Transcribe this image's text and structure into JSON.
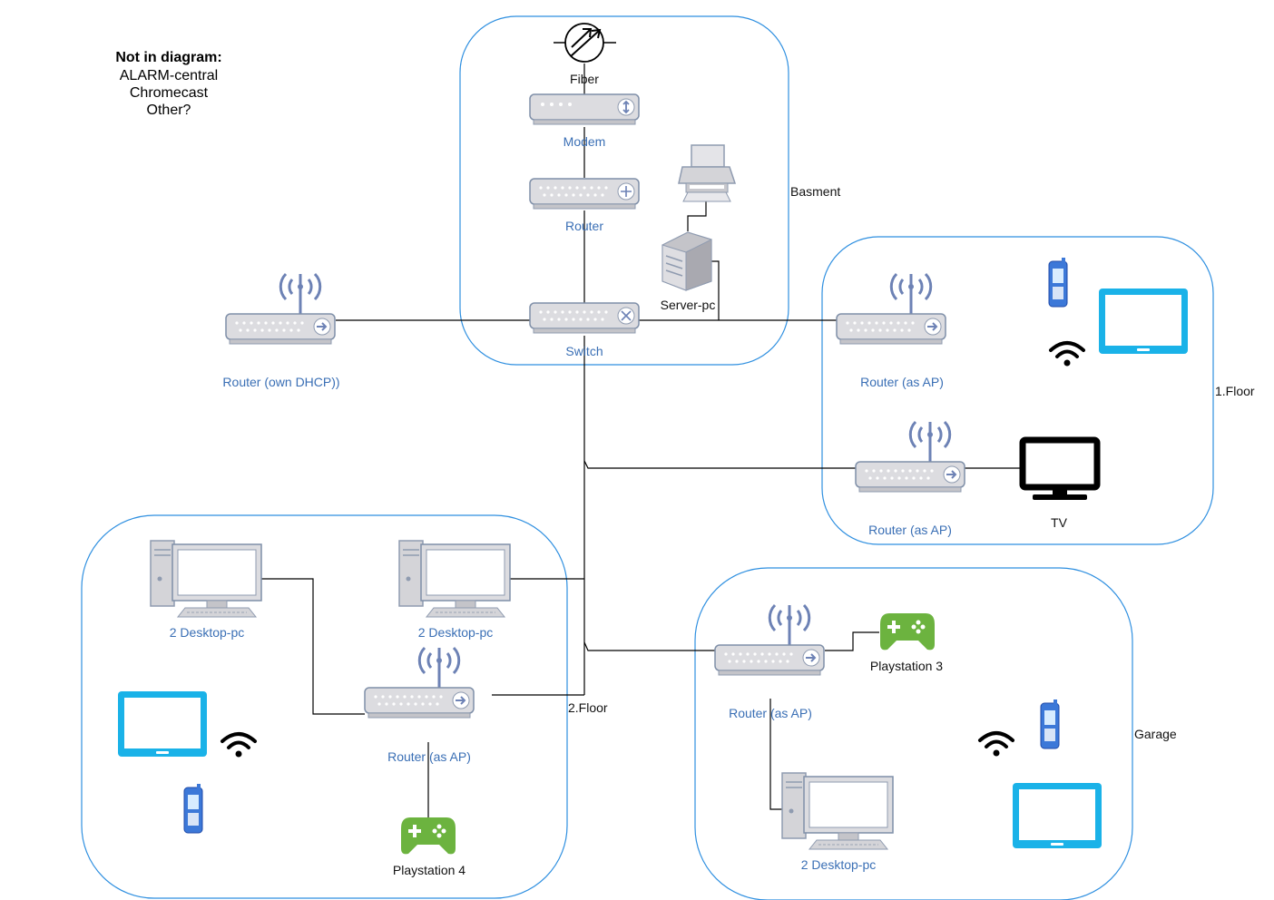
{
  "notes": {
    "title": "Not in diagram:",
    "items": [
      "ALARM-central",
      "Chromecast",
      "Other?"
    ]
  },
  "zones": {
    "basement": "Basment",
    "floor1": "1.Floor",
    "floor2": "2.Floor",
    "garage": "Garage"
  },
  "devices": {
    "fiber": "Fiber",
    "modem": "Modem",
    "router_main": "Router",
    "server": "Server-pc",
    "switch": "Switch",
    "router_dhcp": "Router (own DHCP))",
    "f1_router_ap1": "Router (as AP)",
    "f1_router_ap2": "Router (as AP)",
    "tv": "TV",
    "f2_desktop1": "2 Desktop-pc",
    "f2_desktop2": "2 Desktop-pc",
    "f2_router_ap": "Router (as AP)",
    "playstation4": "Playstation 4",
    "g_router_ap": "Router (as AP)",
    "playstation3": "Playstation 3",
    "g_desktop": "2 Desktop-pc"
  },
  "colors": {
    "zone_border": "#2e8fe0",
    "device_label": "#3a6fb5",
    "tablet": "#1ab2e8",
    "gamepad": "#6cb33f",
    "router_body": "#d4d4d8",
    "antenna": "#6d82b5"
  }
}
